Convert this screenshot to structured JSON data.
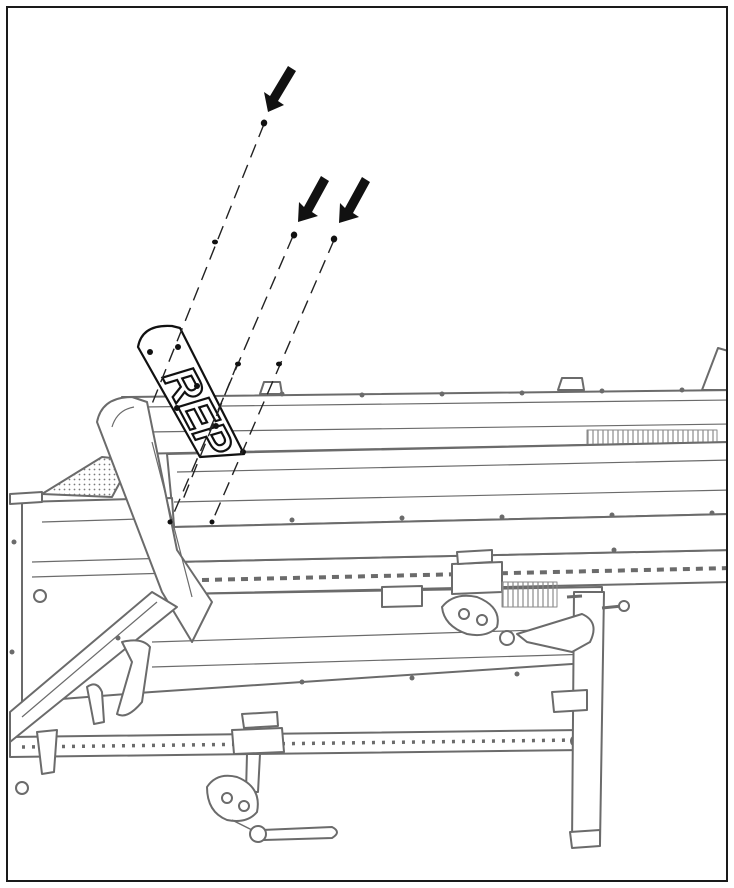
{
  "diagram": {
    "logo_text": "REP",
    "colors": {
      "machine_stroke": "#6b6b6b",
      "machine_fill": "#ffffff",
      "detail_stroke": "#8a8a8a",
      "highlight_stroke": "#111111",
      "arrow_fill": "#111111",
      "guide_line": "#222222",
      "border": "#1a1a1a"
    },
    "icons": {
      "arrow": "arrow-down-left-icon",
      "screw": "screw-icon"
    },
    "callouts": [
      {
        "id": "screw-1",
        "label": ""
      },
      {
        "id": "screw-2",
        "label": ""
      },
      {
        "id": "screw-3",
        "label": ""
      }
    ]
  }
}
